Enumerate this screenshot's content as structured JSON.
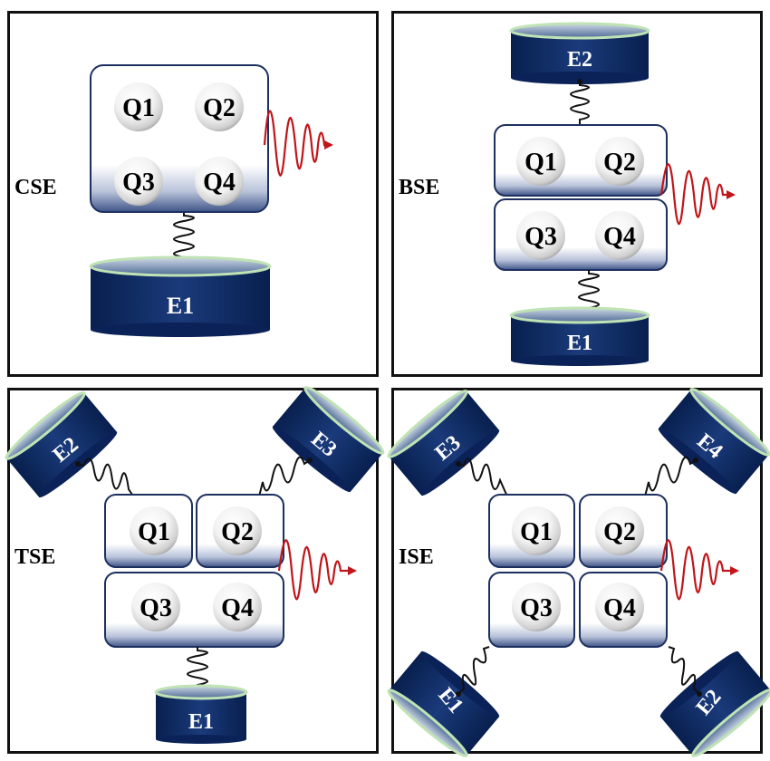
{
  "colors": {
    "env_body": "#0d2a66",
    "env_rim": "#bfe3b4",
    "block_stroke": "#1c2f5e",
    "spring": "#111111",
    "emission": "#c0151a",
    "border": "#111111"
  },
  "panels": {
    "cse": {
      "label": "CSE",
      "qubits": [
        "Q1",
        "Q2",
        "Q3",
        "Q4"
      ],
      "environments": [
        "E1"
      ]
    },
    "bse": {
      "label": "BSE",
      "qubits": [
        "Q1",
        "Q2",
        "Q3",
        "Q4"
      ],
      "environments": [
        "E2",
        "E1"
      ]
    },
    "tse": {
      "label": "TSE",
      "qubits": [
        "Q1",
        "Q2",
        "Q3",
        "Q4"
      ],
      "environments": [
        "E2",
        "E3",
        "E1"
      ]
    },
    "ise": {
      "label": "ISE",
      "qubits": [
        "Q1",
        "Q2",
        "Q3",
        "Q4"
      ],
      "environments": [
        "E3",
        "E4",
        "E1",
        "E2"
      ]
    }
  }
}
